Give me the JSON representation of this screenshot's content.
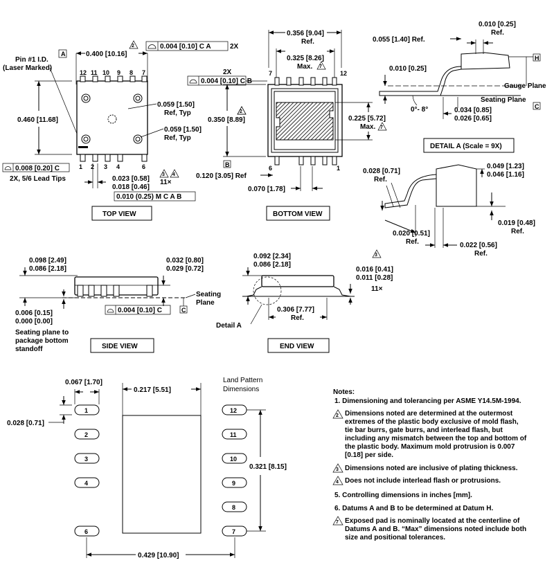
{
  "top_view": {
    "pin1_label": "Pin #1 I.D.",
    "pin1_sub": "(Laser Marked)",
    "datum_a": "A",
    "width": "0.400 [10.16]",
    "profile_tol": "0.004 [0.10] C A",
    "profile_count": "2X",
    "height": "0.460 [11.68]",
    "hole1": "0.059 [1.50]",
    "hole1_sub": "Ref, Typ",
    "hole2": "0.059 [1.50]",
    "hole2_sub": "Ref, Typ",
    "lead_tip_tol": "0.008 [0.20] C",
    "lead_tip_note": "2X, 5/6 Lead Tips",
    "lead_width": "0.023 [0.58]",
    "lead_width_min": "0.018 [0.46]",
    "lead_count": "11×",
    "position_tol": "0.010 (0.25) M C A B",
    "pins_top": [
      "12",
      "11",
      "10",
      "9",
      "8",
      "7"
    ],
    "pins_bottom": [
      "1",
      "2",
      "3",
      "4",
      "6"
    ],
    "view_label": "TOP VIEW",
    "triangle_2": "2",
    "triangle_3": "3",
    "triangle_4": "4"
  },
  "bottom_view": {
    "width": "0.356 [9.04]",
    "width_sub": "Ref.",
    "pad_width": "0.325 [8.26]",
    "pad_width_sub": "Max.",
    "profile_count": "2X",
    "profile_tol": "0.004 [0.10] C B",
    "height": "0.350 [8.89]",
    "pad_height": "0.225 [5.72]",
    "pad_height_sub": "Max.",
    "datum_b": "B",
    "offset": "0.120 [3.05] Ref",
    "pitch": "0.070 [1.78]",
    "pins_top": [
      "7",
      "12"
    ],
    "pins_bottom": [
      "6",
      "1"
    ],
    "view_label": "BOTTOM VIEW",
    "triangle_7": "7"
  },
  "detail_a": {
    "top_dim": "0.010 [0.25]",
    "top_dim_sub": "Ref.",
    "left_dim": "0.055 [1.40] Ref.",
    "datum_h": "H",
    "gauge_dim": "0.010 [0.25]",
    "gauge_plane": "Gauge Plane",
    "seating_plane": "Seating Plane",
    "angle": "0°- 8°",
    "foot_max": "0.034 [0.85]",
    "foot_min": "0.026 [0.65]",
    "datum_c": "C",
    "label": "DETAIL A (Scale = 9X)"
  },
  "lead_detail": {
    "left_dim": "0.028 [0.71]",
    "left_dim_sub": "Ref.",
    "right_max": "0.049 [1.23]",
    "right_min": "0.046 [1.16]",
    "foot_dim": "0.019 [0.48]",
    "foot_dim_sub": "Ref.",
    "bottom_left": "0.020 [0.51]",
    "bottom_left_sub": "Ref.",
    "bottom_right": "0.022 [0.56]",
    "bottom_right_sub": "Ref."
  },
  "side_view": {
    "height_max": "0.098 [2.49]",
    "height_min": "0.086 [2.18]",
    "lead_max": "0.032 [0.80]",
    "lead_min": "0.029 [0.72]",
    "seating": "Seating",
    "plane": "Plane",
    "standoff_max": "0.006 [0.15]",
    "standoff_min": "0.000 [0.00]",
    "flat_tol": "0.004 [0.10] C",
    "datum_c": "C",
    "standoff_note_1": "Seating plane to",
    "standoff_note_2": "package bottom",
    "standoff_note_3": "standoff",
    "view_label": "SIDE VIEW"
  },
  "end_view": {
    "height_max": "0.092 [2.34]",
    "height_min": "0.086 [2.18]",
    "thick_max": "0.016 [0.41]",
    "thick_min": "0.011 [0.28]",
    "thick_count": "11×",
    "span": "0.306 [7.77]",
    "span_sub": "Ref.",
    "detail": "Detail A",
    "view_label": "END VIEW",
    "triangle_3": "3"
  },
  "land_pattern": {
    "title_1": "Land Pattern",
    "title_2": "Dimensions",
    "pad_len": "0.067 [1.70]",
    "pad_w": "0.028 [0.71]",
    "body_w": "0.217 [5.51]",
    "span_h": "0.321 [8.15]",
    "total_w": "0.429 [10.90]",
    "left_pads": [
      "1",
      "2",
      "3",
      "4",
      "6"
    ],
    "right_pads": [
      "12",
      "11",
      "10",
      "9",
      "8",
      "7"
    ]
  },
  "notes": {
    "title": "Notes:",
    "n1": "1.  Dimensioning and tolerancing per ASME Y14.5M-1994.",
    "n2_a": "Dimensions noted are determined at the outermost",
    "n2_b": "extremes of the plastic body exclusive of mold flash,",
    "n2_c": "tie bar burrs, gate burrs, and interlead flash, but",
    "n2_d": "including any mismatch between the top and bottom of",
    "n2_e": "the plastic body. Maximum mold protrusion is 0.007",
    "n2_f": "[0.18] per side.",
    "n3": "Dimensions noted are inclusive of plating thickness.",
    "n4": "Does not include interlead flash or protrusions.",
    "n5": "5.  Controlling dimensions in inches [mm].",
    "n6": "6.  Datums A and B to be determined at Datum H.",
    "n7_a": "Exposed pad is nominally located at the centerline of",
    "n7_b": "Datums A and B. “Max” dimensions noted include both",
    "n7_c": "size and positional tolerances.",
    "t2": "2",
    "t3": "3",
    "t4": "4",
    "t7": "7"
  }
}
